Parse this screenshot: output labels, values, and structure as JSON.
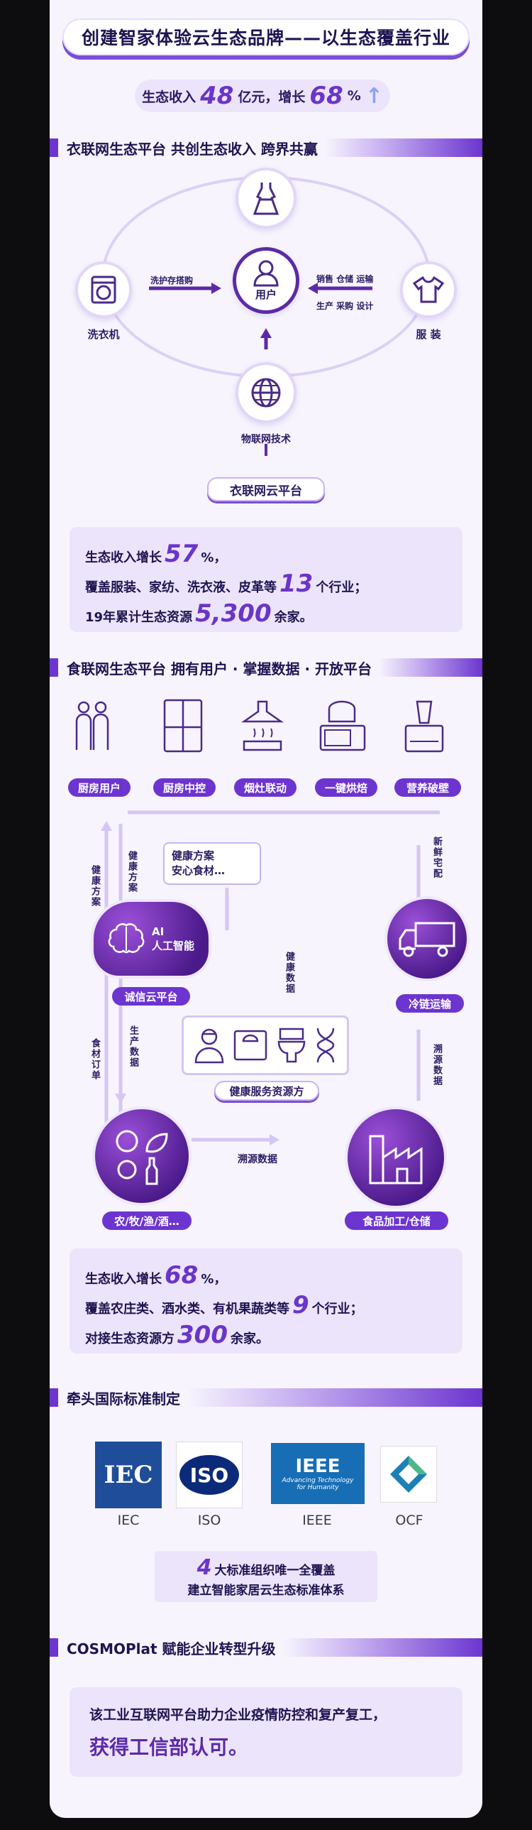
{
  "header": {
    "title": "创建智家体验云生态品牌——以生态覆盖行业",
    "revenue_prefix": "生态收入",
    "revenue_value": "48",
    "revenue_mid": "亿元，增长",
    "revenue_growth": "68",
    "revenue_unit": "%"
  },
  "section1": {
    "heading": "衣联网生态平台 共创生态收入 跨界共赢",
    "center_label": "用户",
    "left_label": "洗衣机",
    "right_label": "服 装",
    "bottom_label": "物联网技术",
    "left_arrow_text": "洗护存搭购",
    "right_arrow_line1": "销售 仓储 运输",
    "right_arrow_line2": "生产 采购 设计",
    "platform": "衣联网云平台",
    "stats": {
      "l1_prefix": "生态收入增长",
      "l1_num": "57",
      "l1_suffix": "%，",
      "l2_prefix": "覆盖服装、家纺、洗衣液、皮革等",
      "l2_num": "13",
      "l2_suffix": "个行业；",
      "l3_prefix": "19年累计生态资源",
      "l3_num": "5,300",
      "l3_suffix": "余家。"
    }
  },
  "section2": {
    "heading": "食联网生态平台 拥有用户 · 掌握数据 · 开放平台",
    "top_tags": [
      "厨房用户",
      "厨房中控",
      "烟灶联动",
      "一键烘焙",
      "营养破壁"
    ],
    "bubble_line1": "健康方案",
    "bubble_line2": "安心食材…",
    "ai_line1": "AI",
    "ai_line2": "人工智能",
    "cloud_tag": "诚信云平台",
    "cold_tag": "冷链运输",
    "health_tag": "健康服务资源方",
    "farm_tag": "农/牧/渔/酒…",
    "food_tag": "食品加工/仓储",
    "v_health_plan_left": "健康方案",
    "v_health_plan_right": "健康方案",
    "v_fresh": "新鲜宅配",
    "v_health_data": "健康数据",
    "v_food_order": "食材订单",
    "v_prod_data": "生产数据",
    "v_trace_data": "溯源数据",
    "h_trace_data": "溯源数据",
    "stats": {
      "l1_prefix": "生态收入增长",
      "l1_num": "68",
      "l1_suffix": "%，",
      "l2_prefix": "覆盖农庄类、酒水类、有机果蔬类等",
      "l2_num": "9",
      "l2_suffix": "个行业；",
      "l3_prefix": "对接生态资源方",
      "l3_num": "300",
      "l3_suffix": "余家。"
    }
  },
  "section3": {
    "heading": "牵头国际标准制定",
    "logos": [
      {
        "name": "IEC",
        "caption": "IEC"
      },
      {
        "name": "ISO",
        "caption": "ISO"
      },
      {
        "name": "IEEE",
        "caption": "IEEE",
        "sub1": "Advancing Technology",
        "sub2": "for Humanity"
      },
      {
        "name": "OCF",
        "caption": "OCF"
      }
    ],
    "note_num": "4",
    "note_line1": "大标准组织唯一全覆盖",
    "note_line2": "建立智能家居云生态标准体系"
  },
  "section4": {
    "heading": "COSMOPlat 赋能企业转型升级",
    "line1": "该工业互联网平台助力企业疫情防控和复产复工，",
    "line2": "获得工信部认可。"
  },
  "colors": {
    "accent": "#6c35d0",
    "panel": "#ece4fb",
    "ink": "#1e1450"
  }
}
